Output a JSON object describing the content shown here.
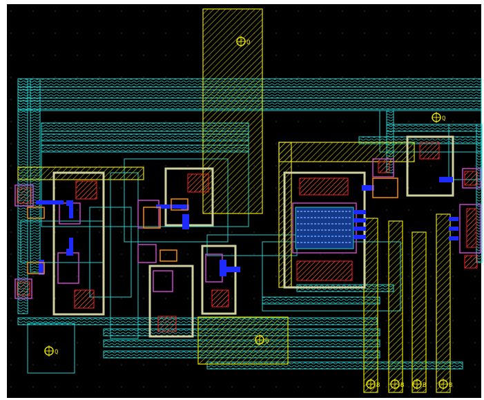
{
  "app": {
    "view": "layout-editor-canvas"
  },
  "colors": {
    "frame": "#ffffff",
    "background": "#000000",
    "grid_dot": "#3a3a3a",
    "metal_wire": "#22d3d3",
    "metal2": "#e8e100",
    "poly": "#ff2020",
    "poly_fill": "#d93a2a",
    "contact": "#1e2bff",
    "nwell": "#d0d0a0",
    "diffusion": "#cc44cc",
    "pin_label": "#e8e100",
    "via": "#ff8c00"
  },
  "pins": [
    {
      "id": "pin-top",
      "label": "Q"
    },
    {
      "id": "pin-mid",
      "label": "Q"
    },
    {
      "id": "pin-right",
      "label": "Q"
    },
    {
      "id": "pin-left-bottom",
      "label": "Q"
    },
    {
      "id": "pin-b1",
      "label": "B"
    },
    {
      "id": "pin-b2",
      "label": "B"
    },
    {
      "id": "pin-b3",
      "label": "B"
    },
    {
      "id": "pin-b4",
      "label": "B"
    }
  ]
}
